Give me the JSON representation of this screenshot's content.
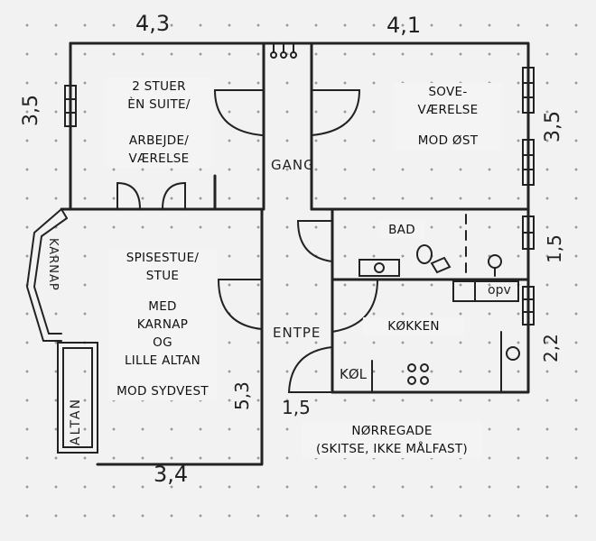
{
  "dimensions": {
    "top_left": "4,3",
    "top_right": "4,1",
    "left_upper": "3,5",
    "right_upper": "3,5",
    "right_bath": "1,5",
    "right_kitchen": "2,2",
    "bottom": "3,4",
    "living_right": "5,3",
    "entrance_width": "1,5"
  },
  "rooms": {
    "suite": {
      "line1": "2 STUER",
      "line2": "ÈN SUITE/",
      "line3": "ARBEJDE/",
      "line4": "VÆRELSE"
    },
    "bedroom": {
      "line1": "SOVE-",
      "line2": "VÆRELSE",
      "line3": "MOD ØST"
    },
    "bath": {
      "name": "BAD"
    },
    "kitchen": {
      "name": "KØKKEN"
    },
    "living": {
      "line1": "SPISESTUE/",
      "line2": "STUE",
      "line3": "MED",
      "line4": "KARNAP",
      "line5": "OG",
      "line6": "LILLE ALTAN",
      "line7": "MOD SYDVEST"
    }
  },
  "labels": {
    "gang": "GANG",
    "entre": "ENTPE",
    "karnap": "KARNAP",
    "altan": "ALTAN",
    "opv": "opv",
    "kol": "KØL"
  },
  "street": {
    "name": "NØRREGADE",
    "note": "(SKITSE, IKKE MÅLFAST)"
  },
  "colors": {
    "ink": "#222222",
    "paper": "#f2f2f2",
    "dots": "#9a9a9a"
  }
}
